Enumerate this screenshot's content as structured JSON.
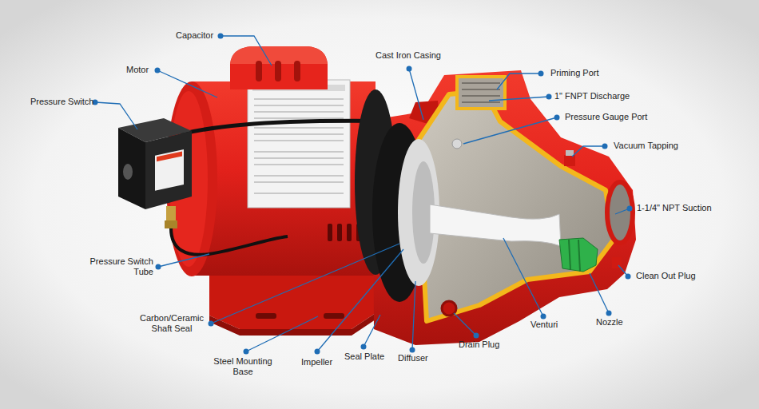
{
  "diagram": {
    "labels": [
      "Capacitor",
      "Motor",
      "Pressure Switch",
      "Cast Iron Casing",
      "Priming Port",
      "1\" FNPT Discharge",
      "Pressure Gauge Port",
      "Vacuum Tapping",
      "1-1/4\" NPT Suction",
      "Pressure Switch Tube",
      "Clean Out Plug",
      "Carbon/Ceramic Shaft Seal",
      "Steel Mounting Base",
      "Impeller",
      "Seal Plate",
      "Diffuser",
      "Drain Plug",
      "Venturi",
      "Nozzle"
    ]
  }
}
